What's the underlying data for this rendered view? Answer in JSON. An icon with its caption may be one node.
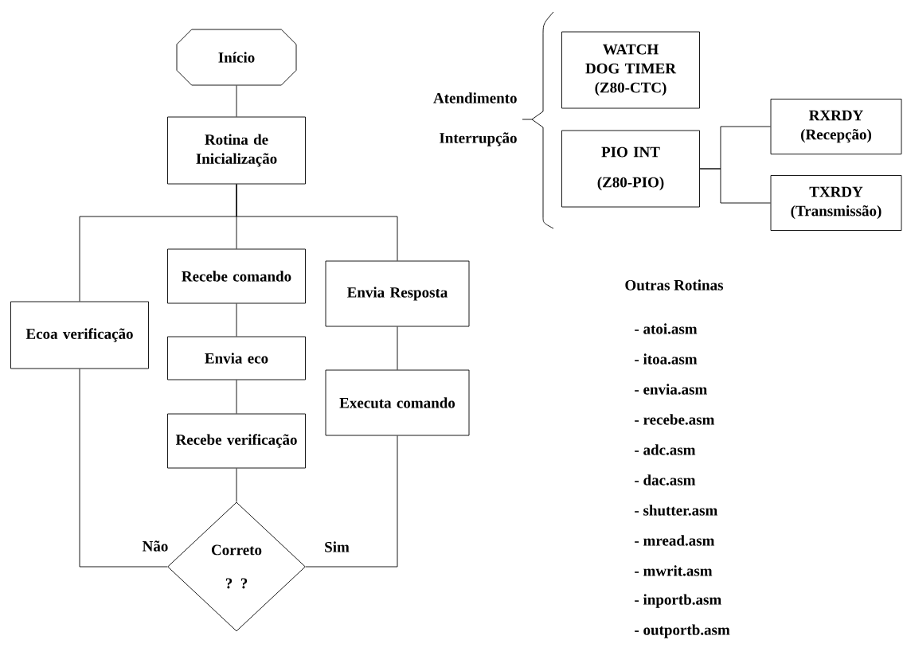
{
  "diagram": {
    "nodes": [
      {
        "text": [
          "Início"
        ]
      },
      {
        "text": [
          "Rotina de Inicialização"
        ]
      },
      {
        "text": [
          "Ecoa verificação"
        ]
      },
      {
        "text": [
          "Recebe comando"
        ]
      },
      {
        "text": [
          "Envia Resposta"
        ]
      },
      {
        "text": [
          "Envia eco"
        ]
      },
      {
        "text": [
          "Executa comando"
        ]
      },
      {
        "text": [
          "Recebe verificação"
        ]
      },
      {
        "text": [
          "Correto ? ?"
        ]
      },
      {
        "text": [
          "WATCH DOG TIMER (Z80-CTC)"
        ]
      },
      {
        "text": [
          "PIO INT",
          "(Z80-PIO)"
        ]
      },
      {
        "text": [
          "RXRDY (Recepção)"
        ]
      },
      {
        "text": [
          "TXRDY (Transmissão)"
        ]
      }
    ],
    "edges": [
      {
        "from": 0,
        "to": 1,
        "arrow": "none"
      },
      {
        "from": 1,
        "to": 2,
        "arrow": "none"
      },
      {
        "from": 1,
        "to": 3,
        "arrow": "none"
      },
      {
        "from": 1,
        "to": 4,
        "arrow": "none"
      },
      {
        "from": 3,
        "to": 5,
        "arrow": "none"
      },
      {
        "from": 5,
        "to": 7,
        "arrow": "none"
      },
      {
        "from": 7,
        "to": 8,
        "arrow": "none"
      },
      {
        "from": 4,
        "to": 6,
        "arrow": "none"
      },
      {
        "from": 8,
        "to": 2,
        "arrow": "none",
        "label": "Não"
      },
      {
        "from": 8,
        "to": 6,
        "arrow": "none",
        "label": "Sim"
      },
      {
        "from": 10,
        "to": 11,
        "arrow": "none"
      },
      {
        "from": 10,
        "to": 12,
        "arrow": "none"
      }
    ],
    "labels": [
      "Atendimento",
      "Interrupção",
      "Outras Rotinas",
      "- atoi.asm",
      "- itoa.asm",
      "- envia.asm",
      "- recebe.asm",
      "- adc.asm",
      "- dac.asm",
      "- shutter.asm",
      "- mread.asm",
      "- mwrit.asm",
      "- inportb.asm",
      "- outportb.asm"
    ]
  }
}
